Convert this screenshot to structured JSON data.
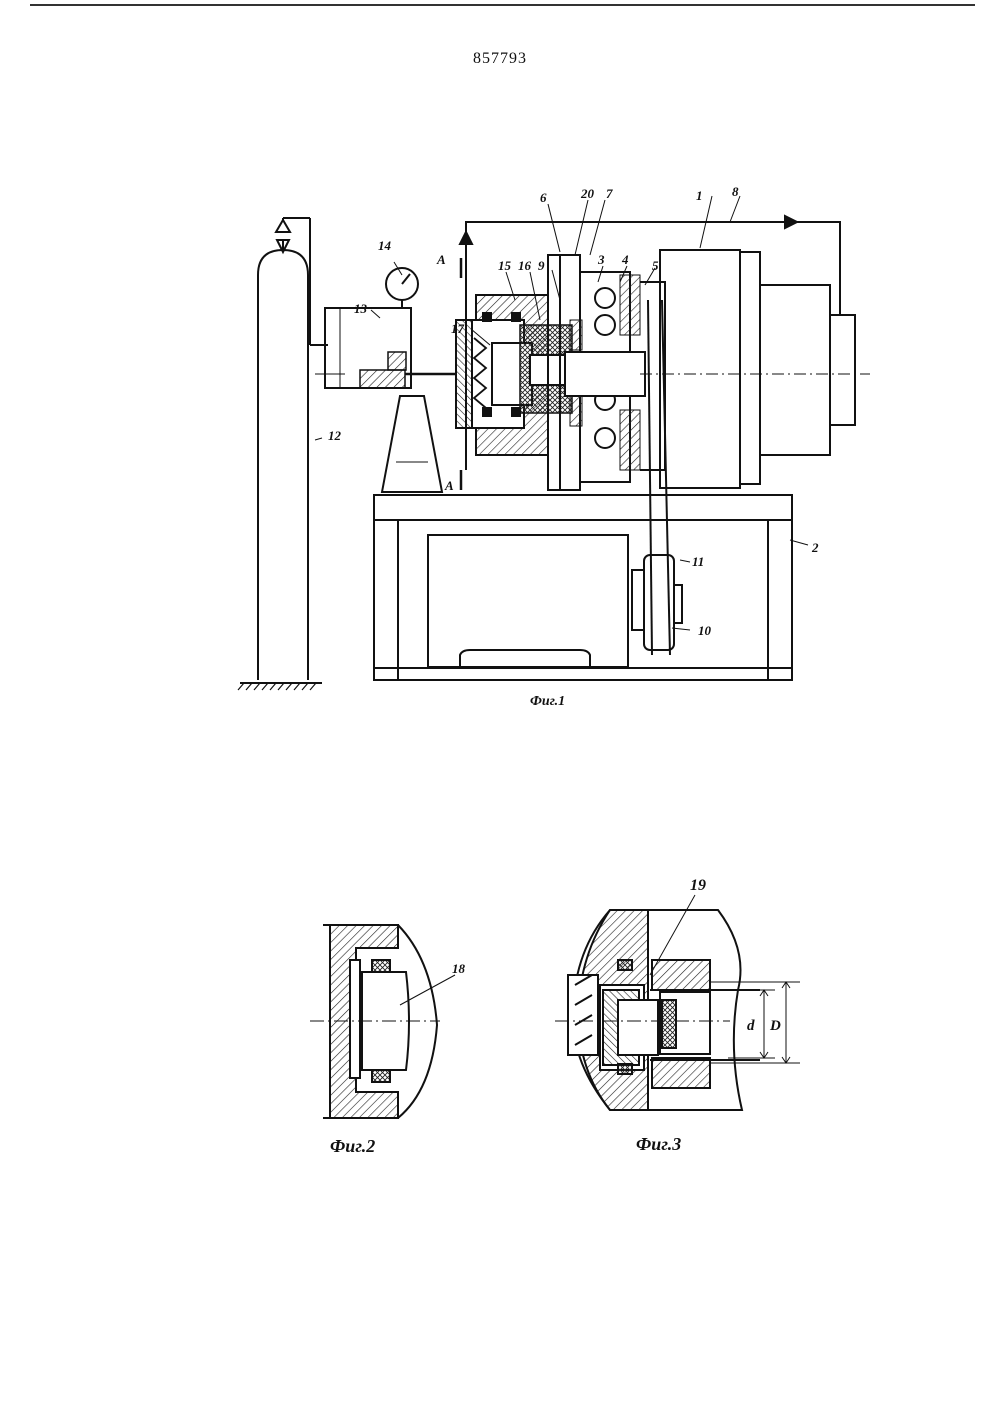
{
  "document_number": "857793",
  "figures": {
    "fig1": {
      "caption": "Фиг.1",
      "section_mark": "А",
      "labels": [
        "1",
        "2",
        "3",
        "4",
        "5",
        "6",
        "7",
        "8",
        "9",
        "10",
        "11",
        "12",
        "13",
        "14",
        "15",
        "16",
        "17",
        "20"
      ]
    },
    "fig2": {
      "caption": "Фиг.2",
      "labels": [
        "18"
      ]
    },
    "fig3": {
      "caption": "Фиг.3",
      "labels": [
        "19"
      ],
      "dimensions": [
        "d",
        "D"
      ]
    }
  }
}
